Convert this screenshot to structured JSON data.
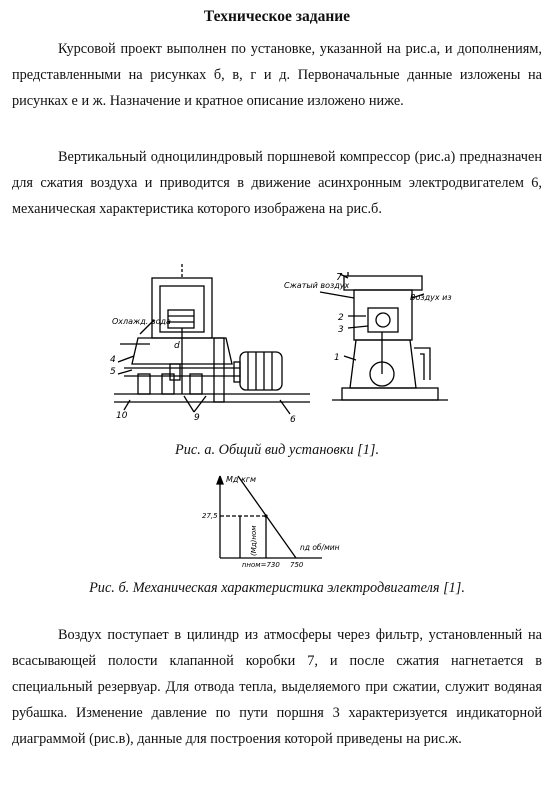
{
  "title": "Техническое задание",
  "paragraphs": [
    "Курсовой проект выполнен по установке, указанной на рис.а, и дополнениям, представленными на рисунках б, в, г и д. Первоначальные данные изложены на рисунках е и ж. Назначение и кратное описание изложено ниже.",
    "Вертикальный одноцилиндровый поршневой компрессор (рис.а) предназначен для сжатия воздуха и приводится в движение асинхронным электродвигателем 6, механическая характеристика которого изображена на рис.б.",
    "Воздух поступает в цилиндр из атмосферы через фильтр, установленный на всасывающей полости клапанной коробки 7, и после сжатия нагнетается в специальный резервуар. Для отвода тепла, выделяемого при сжатии, служит водяная рубашка. Изменение давление по пути поршня 3 характеризуется индикаторной диаграммой (рис.в), данные для построения которой приведены на рис.ж."
  ],
  "figure_a": {
    "caption": "Рис. а. Общий вид установки [1].",
    "left_labels": {
      "water": "Охлажд. вода",
      "n4": "4",
      "n5": "5",
      "n10": "10",
      "n9": "9",
      "n6": "6",
      "d": "d"
    },
    "right_labels": {
      "compressed_air": "Сжатый воздух",
      "air_in": "Воздух из атм",
      "n7": "7",
      "n2": "2",
      "n3": "3",
      "n1": "1"
    }
  },
  "figure_b": {
    "caption": "Рис. б. Механическая характеристика электродвигателя [1].",
    "y_label": "Мд кгм",
    "x_label": "nд об/мин",
    "y_tick": "27,5",
    "x_tick_nom": "nном=730",
    "x_tick_end": "750",
    "curve_label": "(Мд)ном"
  }
}
